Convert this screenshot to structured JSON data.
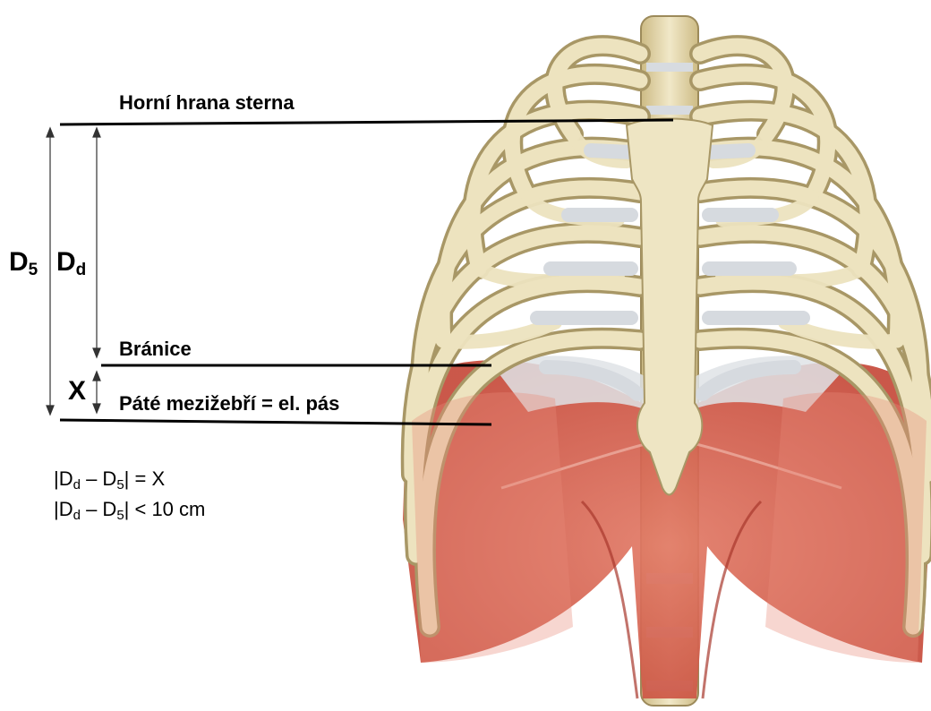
{
  "labels": {
    "top": "Horní hrana sterna",
    "diaphragm": "Bránice",
    "belt": "Páté mezižebří = el. pás"
  },
  "dims": {
    "d5": {
      "main": "D",
      "sub": "5"
    },
    "dd": {
      "main": "D",
      "sub": "d"
    },
    "x": "X"
  },
  "formulas": [
    {
      "a": "|D",
      "b": "d",
      "c": " – D",
      "d": "5",
      "e": "| = X"
    },
    {
      "a": "|D",
      "b": "d",
      "c": " – D",
      "d": "5",
      "e": "| < 10 cm"
    }
  ],
  "colors": {
    "bone": "#ece2bd",
    "bone_dark": "#b9a878",
    "cartilage": "#d6dadf",
    "muscle": "#d9604c",
    "muscle_dark": "#a8372c"
  }
}
